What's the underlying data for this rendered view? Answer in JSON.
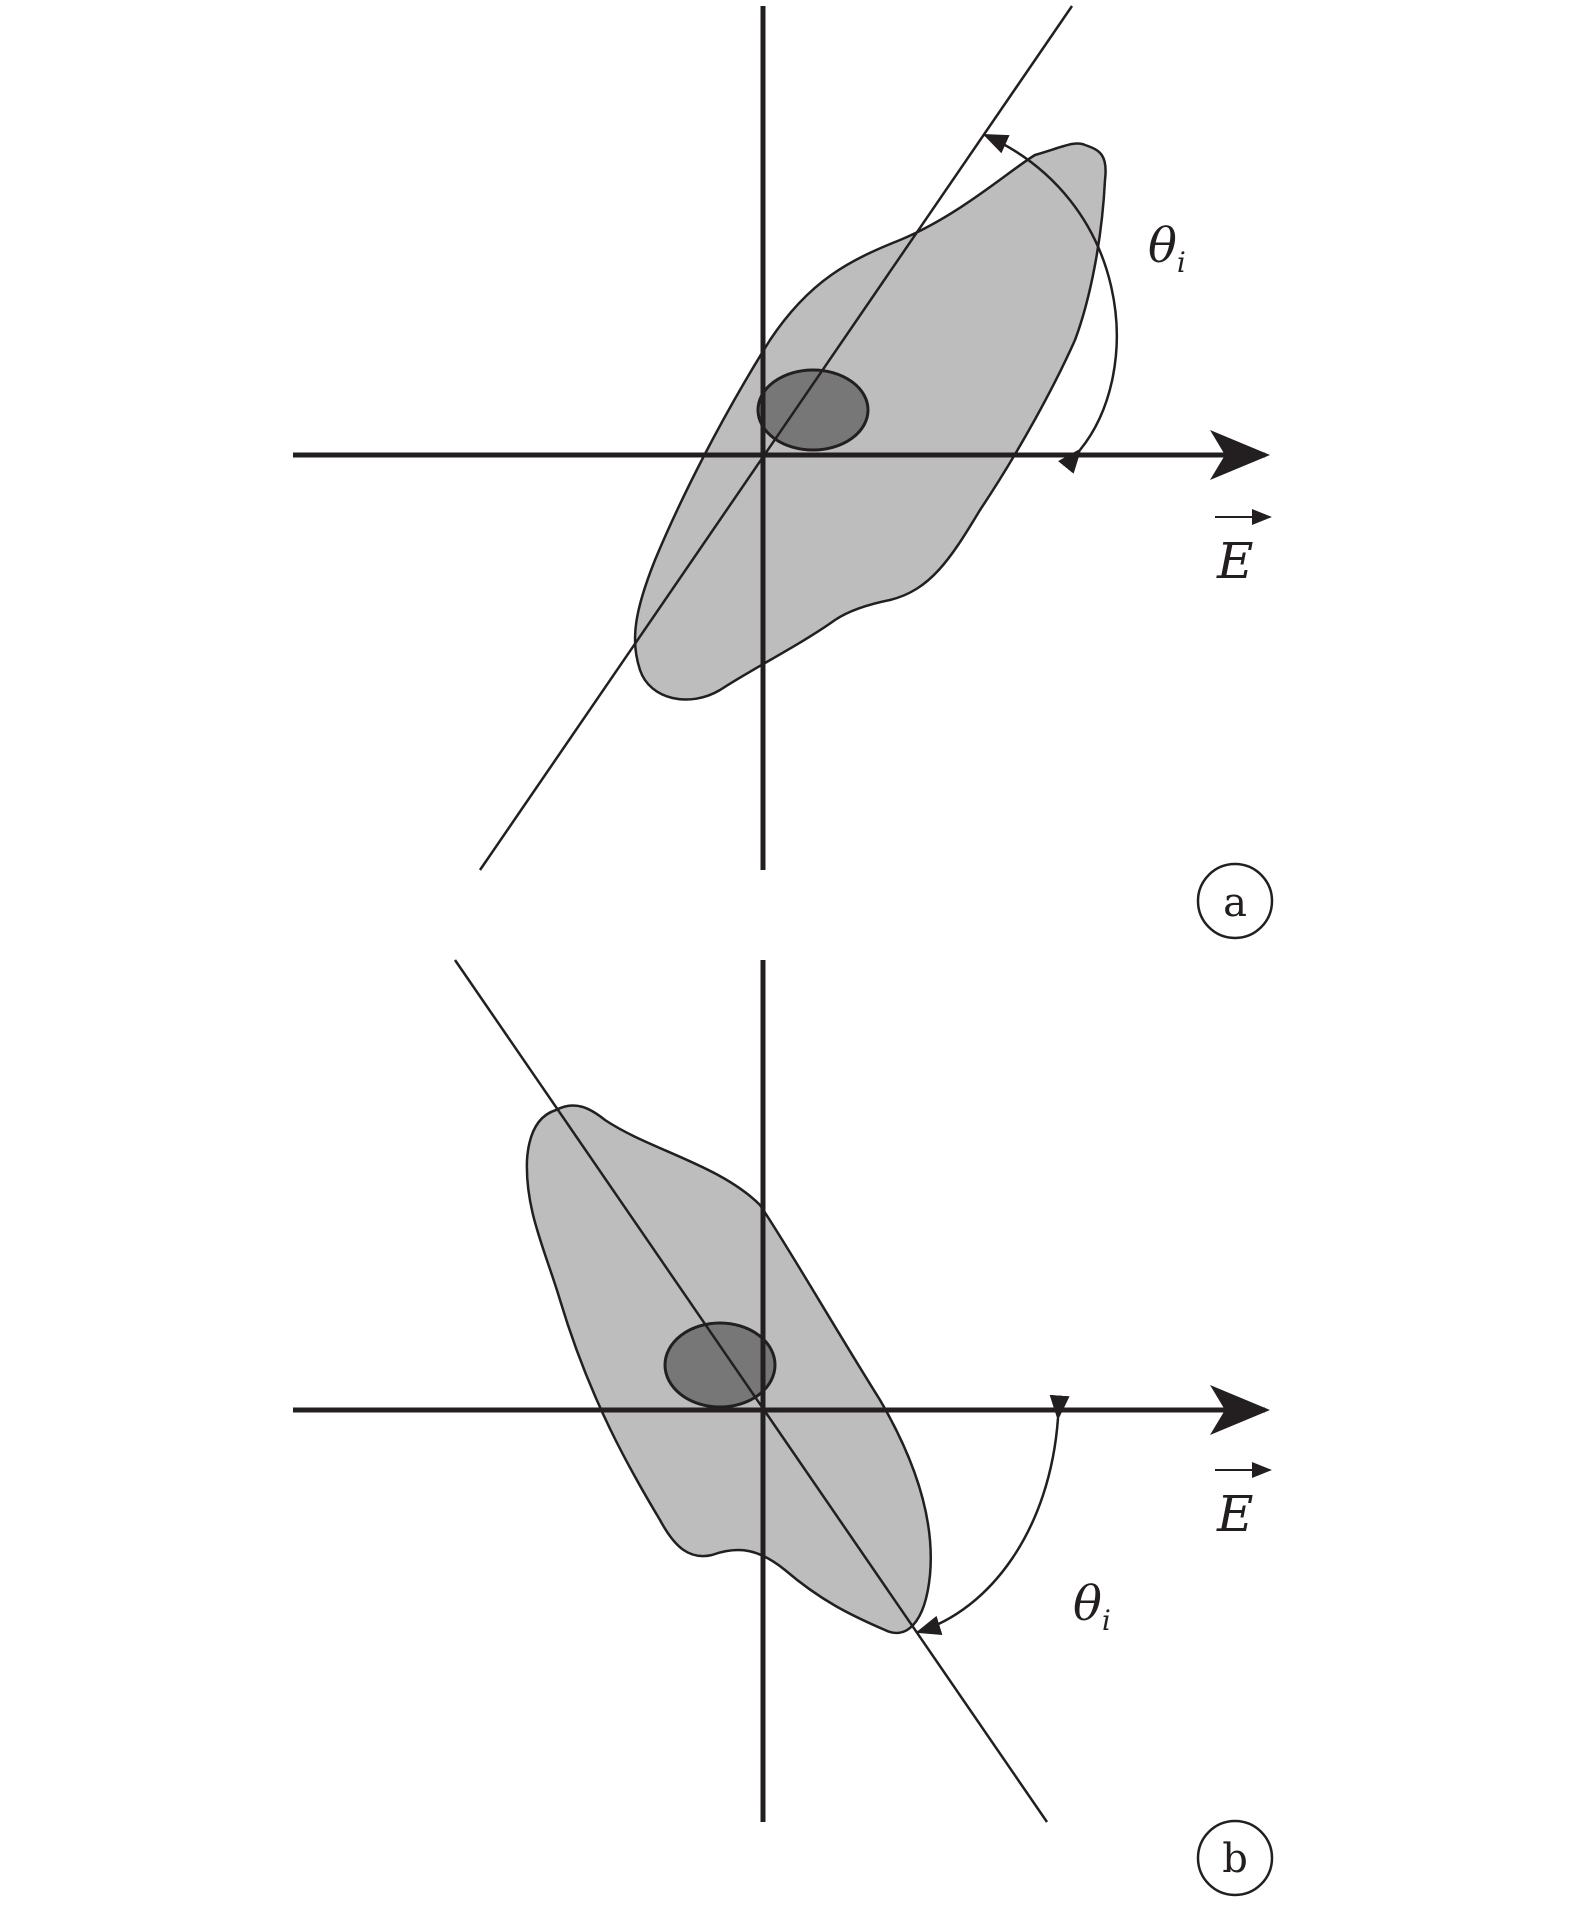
{
  "figure": {
    "colors": {
      "stroke": "#231f20",
      "cell_fill": "#bdbdbd",
      "nucleus_fill": "#777777",
      "background": "#ffffff"
    },
    "panels": [
      {
        "id": "a",
        "panel_label": "a",
        "angle_symbol": "θ",
        "angle_subscript": "i",
        "field_symbol": "E",
        "field_arrow_icon": "vector-arrow-icon"
      },
      {
        "id": "b",
        "panel_label": "b",
        "angle_symbol": "θ",
        "angle_subscript": "i",
        "field_symbol": "E",
        "field_arrow_icon": "vector-arrow-icon"
      }
    ]
  }
}
